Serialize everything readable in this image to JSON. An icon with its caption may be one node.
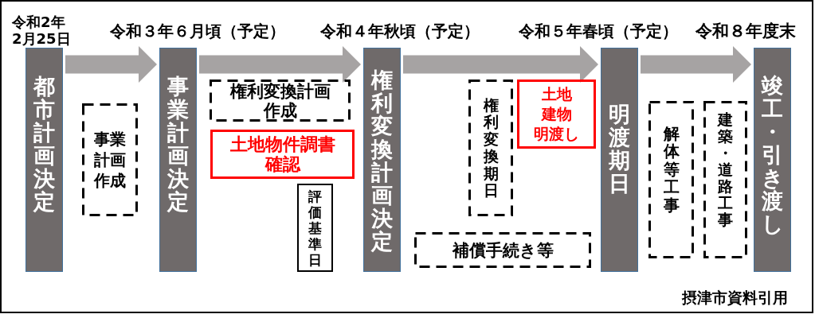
{
  "diagram": {
    "nodes": [
      {
        "text": [
          "都市計画決定"
        ],
        "beside": [
          "令和2年2月25日"
        ]
      },
      {
        "text": [
          "事業計画作成"
        ]
      },
      {
        "text": [
          "事業計画決定"
        ],
        "beside": [
          "令和３年６月頃（予定）"
        ]
      },
      {
        "text": [
          "権利変換計画作成"
        ]
      },
      {
        "text": [
          "土地物件調書確認"
        ]
      },
      {
        "text": [
          "評価基準日"
        ]
      },
      {
        "text": [
          "権利変換計画決定"
        ],
        "beside": [
          "令和４年秋頃（予定）"
        ]
      },
      {
        "text": [
          "権利変換期日"
        ]
      },
      {
        "text": [
          "土地建物明渡し"
        ]
      },
      {
        "text": [
          "補償手続き等"
        ]
      },
      {
        "text": [
          "明渡期日"
        ],
        "beside": [
          "令和５年春頃（予定）"
        ]
      },
      {
        "text": [
          "解体等工事"
        ]
      },
      {
        "text": [
          "建築・道路工事"
        ]
      },
      {
        "text": [
          "竣工・引き渡し"
        ],
        "beside": [
          "令和８年度末"
        ]
      }
    ],
    "edges": [
      {
        "from": 0,
        "to": 2,
        "arrow": "to"
      },
      {
        "from": 2,
        "to": 6,
        "arrow": "to"
      },
      {
        "from": 6,
        "to": 10,
        "arrow": "to"
      },
      {
        "from": 10,
        "to": 13,
        "arrow": "to"
      }
    ],
    "labels": [
      "摂津市資料引用"
    ]
  }
}
